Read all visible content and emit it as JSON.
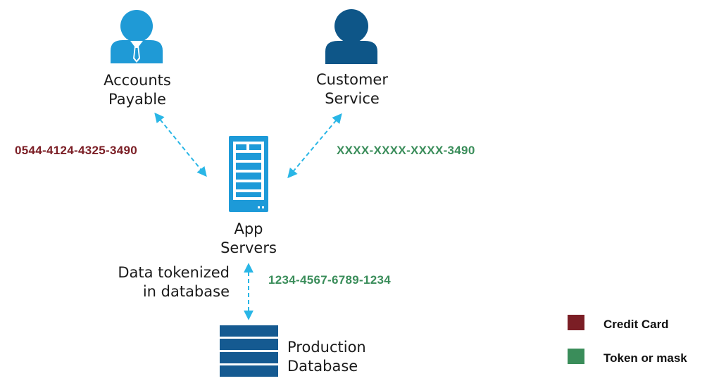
{
  "nodes": {
    "accounts_payable": {
      "line1": "Accounts",
      "line2": "Payable"
    },
    "customer_service": {
      "line1": "Customer",
      "line2": "Service"
    },
    "app_servers": {
      "line1": "App",
      "line2": "Servers"
    },
    "production_db": {
      "line1": "Production",
      "line2": "Database"
    }
  },
  "annotations": {
    "tokenized_line1": "Data tokenized",
    "tokenized_line2": "in database"
  },
  "values": {
    "credit_card_number": "0544-4124-4325-3490",
    "masked_number": "XXXX-XXXX-XXXX-3490",
    "token_number": "1234-4567-6789-1234"
  },
  "legend": {
    "credit_card": {
      "label": "Credit Card",
      "color": "#7b1e25"
    },
    "token": {
      "label": "Token or mask",
      "color": "#3a8d5a"
    }
  },
  "colors": {
    "person_light": "#1f9ad6",
    "person_dark": "#0e5688",
    "server": "#1d9ad8",
    "database": "#155a91",
    "arrow": "#29b6e6"
  }
}
